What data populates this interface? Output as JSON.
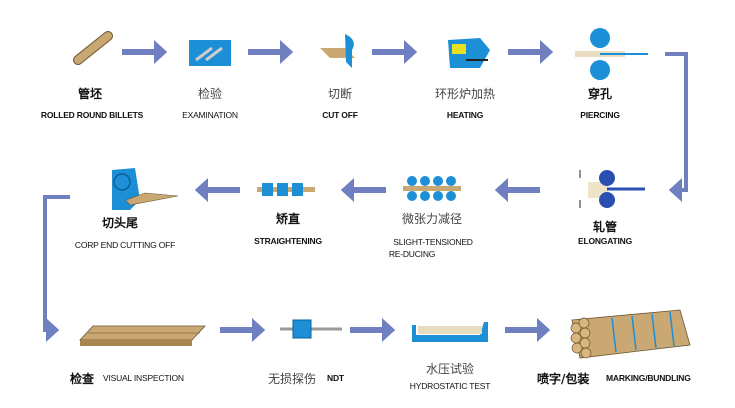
{
  "colors": {
    "arrow": "#6f7fc0",
    "steel_blue": "#1c8fd6",
    "billet": "#c9a873"
  },
  "steps": [
    {
      "cn": "管坯",
      "en": "ROLLED ROUND BILLETS",
      "icon": "billet-icon"
    },
    {
      "cn": "检验",
      "en": "EXAMINATION",
      "icon": "examination-icon"
    },
    {
      "cn": "切断",
      "en": "CUT OFF",
      "icon": "cut-off-icon"
    },
    {
      "cn": "环形炉加热",
      "en": "HEATING",
      "icon": "furnace-icon"
    },
    {
      "cn": "穿孔",
      "en": "PIERCING",
      "icon": "piercing-rolls-icon"
    },
    {
      "cn": "轧管",
      "en": "ELONGATING",
      "icon": "elongating-rolls-icon"
    },
    {
      "cn": "微张力减径",
      "en": "SLIGHT-TENSIONED",
      "en2": "RE-DUCING",
      "icon": "reducing-rolls-icon"
    },
    {
      "cn": "矫直",
      "en": "STRAIGHTENING",
      "icon": "straightening-icon"
    },
    {
      "cn": "切头尾",
      "en": "CORP END CUTTING OFF",
      "icon": "end-cutting-icon"
    },
    {
      "cn": "检查",
      "en": "VISUAL INSPECTION",
      "icon": "pipes-icon"
    },
    {
      "cn": "无损探伤",
      "en": "NDT",
      "icon": "ndt-icon"
    },
    {
      "cn": "水压试验",
      "en": "HYDROSTATIC TEST",
      "icon": "hydrotest-icon"
    },
    {
      "cn": "喷字/包装",
      "en": "MARKING/BUNDLING",
      "icon": "bundle-icon"
    }
  ]
}
